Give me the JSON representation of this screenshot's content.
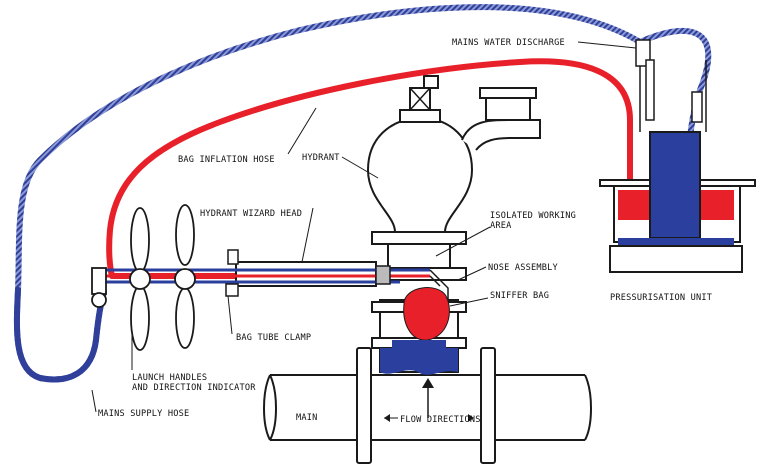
{
  "colors": {
    "inflation_hose": "#e8202a",
    "supply_hose": "#2f3f9a",
    "supply_hose_stripe": "#8c9ad6",
    "water": "#2b3f9e",
    "bag": "#e8202a",
    "line": "#1a1a1a",
    "background": "#ffffff"
  },
  "labels": {
    "mains_water_discharge": "MAINS WATER DISCHARGE",
    "bag_inflation_hose": "BAG INFLATION HOSE",
    "hydrant": "HYDRANT",
    "hydrant_wizard_head": "HYDRANT WIZARD HEAD",
    "isolated_working_area_line1": "ISOLATED WORKING",
    "isolated_working_area_line2": "AREA",
    "nose_assembly": "NOSE ASSEMBLY",
    "sniffer_bag": "SNIFFER BAG",
    "bag_tube_clamp": "BAG TUBE CLAMP",
    "pressurisation_unit": "PRESSURISATION UNIT",
    "launch_handles_line1": "LAUNCH HANDLES",
    "launch_handles_line2": "AND DIRECTION INDICATOR",
    "mains_supply_hose": "MAINS SUPPLY HOSE",
    "main": "MAIN",
    "flow_directions": "FLOW DIRECTIONS"
  },
  "icons": {
    "hydrant_valve": "hydrant-valve-icon",
    "flow_arrow": "arrow-icon"
  }
}
